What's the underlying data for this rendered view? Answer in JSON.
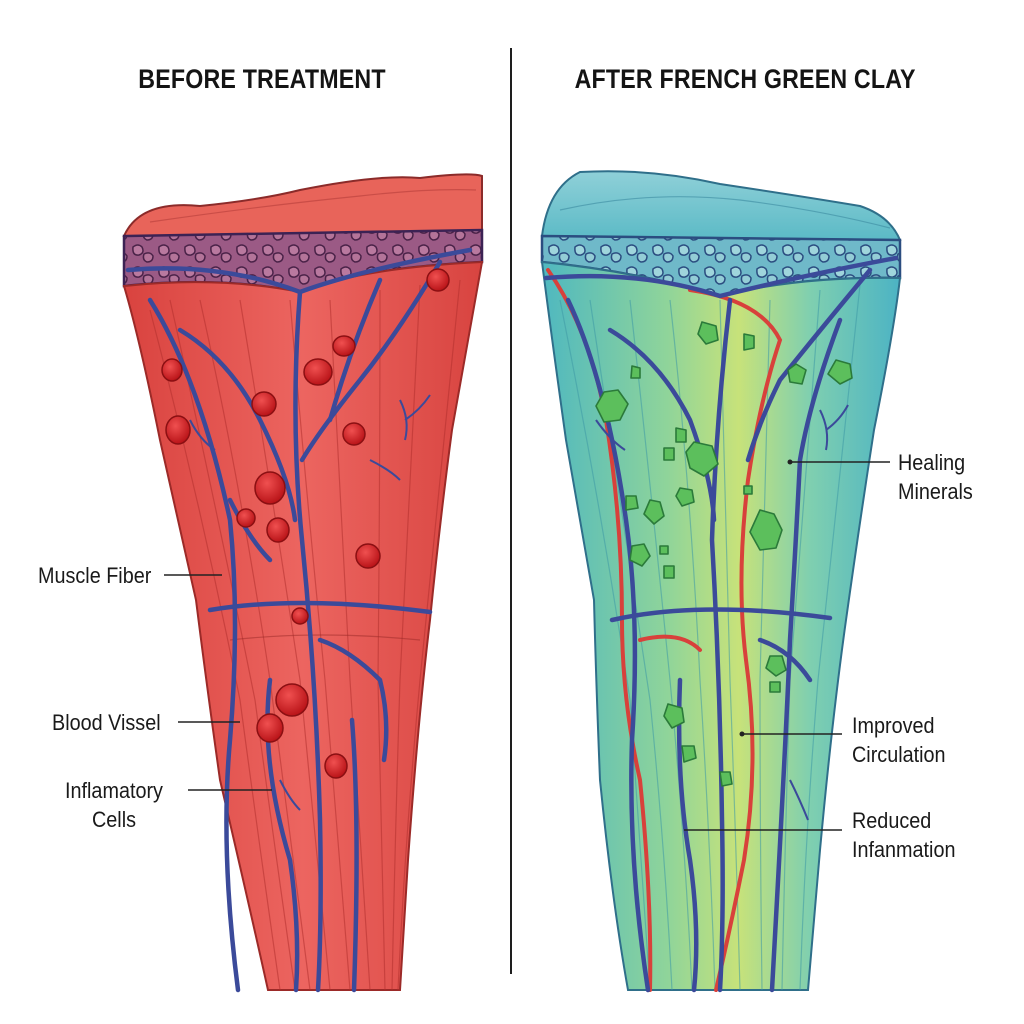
{
  "titles": {
    "before": "BEFORE TREATMENT",
    "after": "AFTER FRENCH GREEN CLAY"
  },
  "labels": {
    "muscle_fiber": "Muscle Fiber",
    "blood_vessel": "Blood Vissel",
    "inflammatory_line1": "Inflamatory",
    "inflammatory_line2": "Cells",
    "healing_line1": "Healing",
    "healing_line2": "Minerals",
    "circulation_line1": "Improved",
    "circulation_line2": "Circulation",
    "reduced_line1": "Reduced",
    "reduced_line2": "Infanmation"
  },
  "colors": {
    "before_muscle": "#e4524e",
    "after_muscle": "#5cc2c4",
    "vessel": "#3b4a9a",
    "artery": "#d8413b",
    "cell": "#d42020",
    "mineral": "#5cbf5c",
    "skin_layer": "#8a4a78"
  }
}
